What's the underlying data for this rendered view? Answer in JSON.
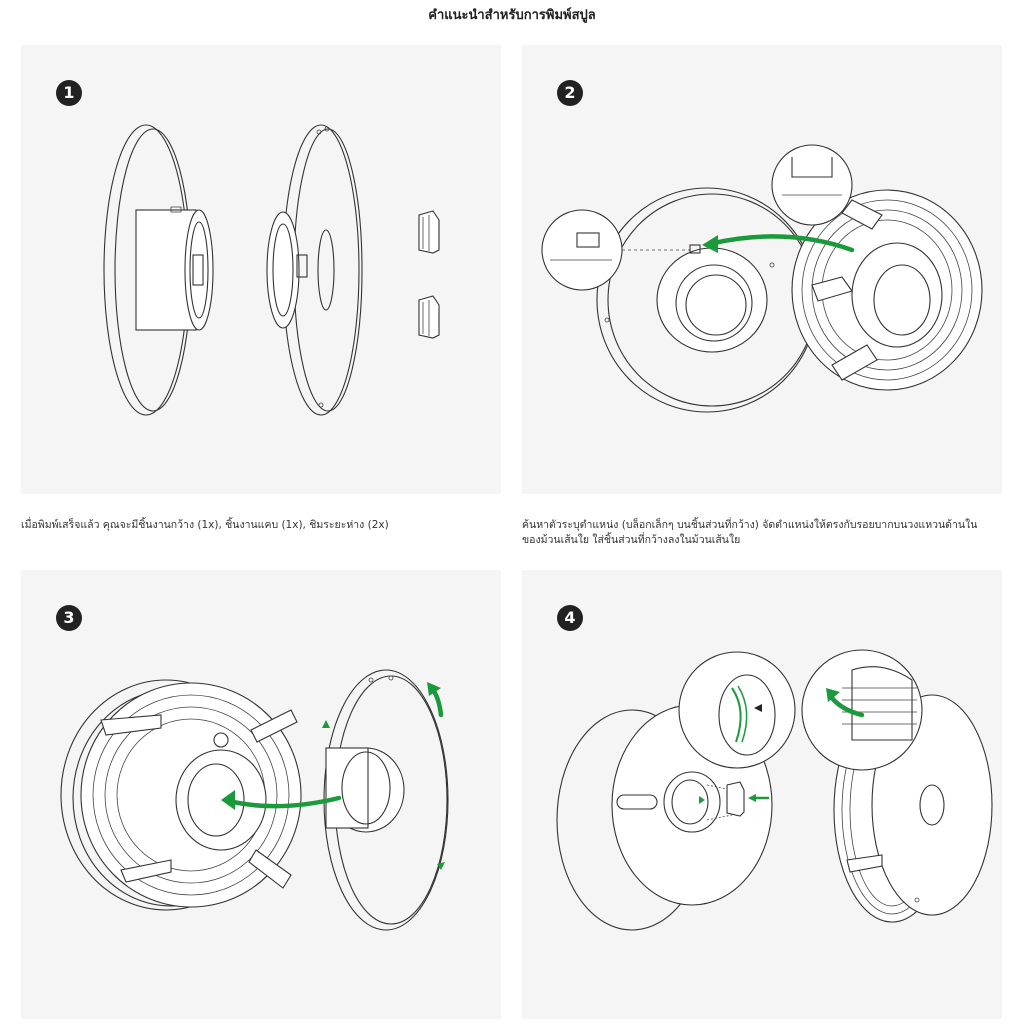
{
  "page": {
    "title": "คำแนะนำสำหรับการพิมพ์สปูล"
  },
  "steps": [
    {
      "number": "1",
      "caption": "เมื่อพิมพ์เสร็จแล้ว คุณจะมีชิ้นงานกว้าง (1x), ชิ้นงานแคบ (1x), ชิมระยะห่าง (2x)"
    },
    {
      "number": "2",
      "caption": "ค้นหาตัวระบุตำแหน่ง (บล็อกเล็กๆ บนชิ้นส่วนที่กว้าง) จัดตำแหน่งให้ตรงกับรอยบากบนวงแหวนด้านในของม้วนเส้นใย ใส่ชิ้นส่วนที่กว้างลงในม้วนเส้นใย"
    },
    {
      "number": "3",
      "caption": ""
    },
    {
      "number": "4",
      "caption": ""
    }
  ],
  "colors": {
    "panel": "#f5f5f5",
    "arrow": "#1a9a3a",
    "badge": "#222222"
  },
  "icons": [
    "spool-flange-illustration",
    "filament-coil-illustration",
    "green-arrow-icon",
    "magnifier-callout"
  ]
}
